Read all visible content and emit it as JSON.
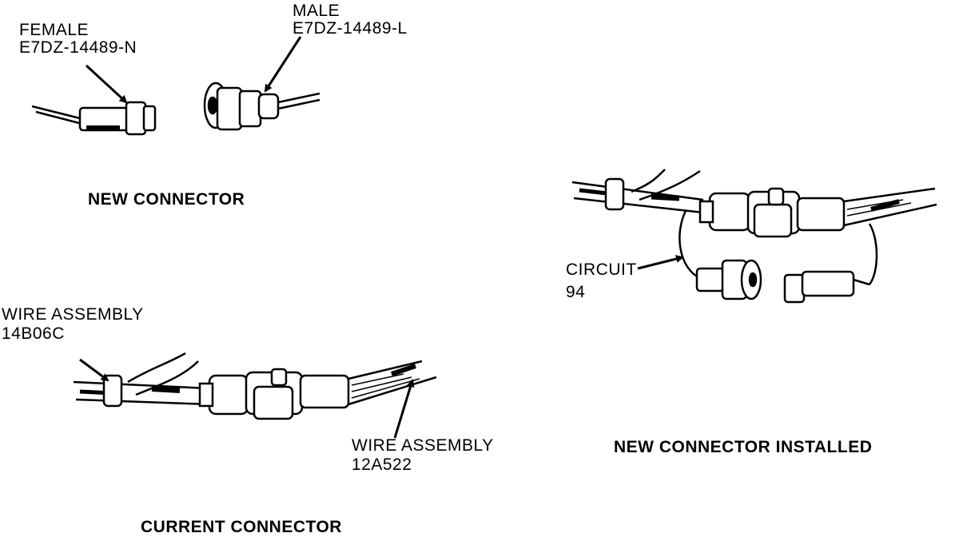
{
  "new_connector": {
    "title": "NEW CONNECTOR",
    "female": {
      "name": "FEMALE",
      "part": "E7DZ-14489-N"
    },
    "male": {
      "name": "MALE",
      "part": "E7DZ-14489-L"
    }
  },
  "current_connector": {
    "title": "CURRENT CONNECTOR",
    "wire_a": {
      "name": "WIRE ASSEMBLY",
      "part": "14B06C"
    },
    "wire_b": {
      "name": "WIRE ASSEMBLY",
      "part": "12A522"
    }
  },
  "installed": {
    "title": "NEW CONNECTOR INSTALLED",
    "circuit": {
      "name": "CIRCUIT",
      "number": "94"
    }
  }
}
